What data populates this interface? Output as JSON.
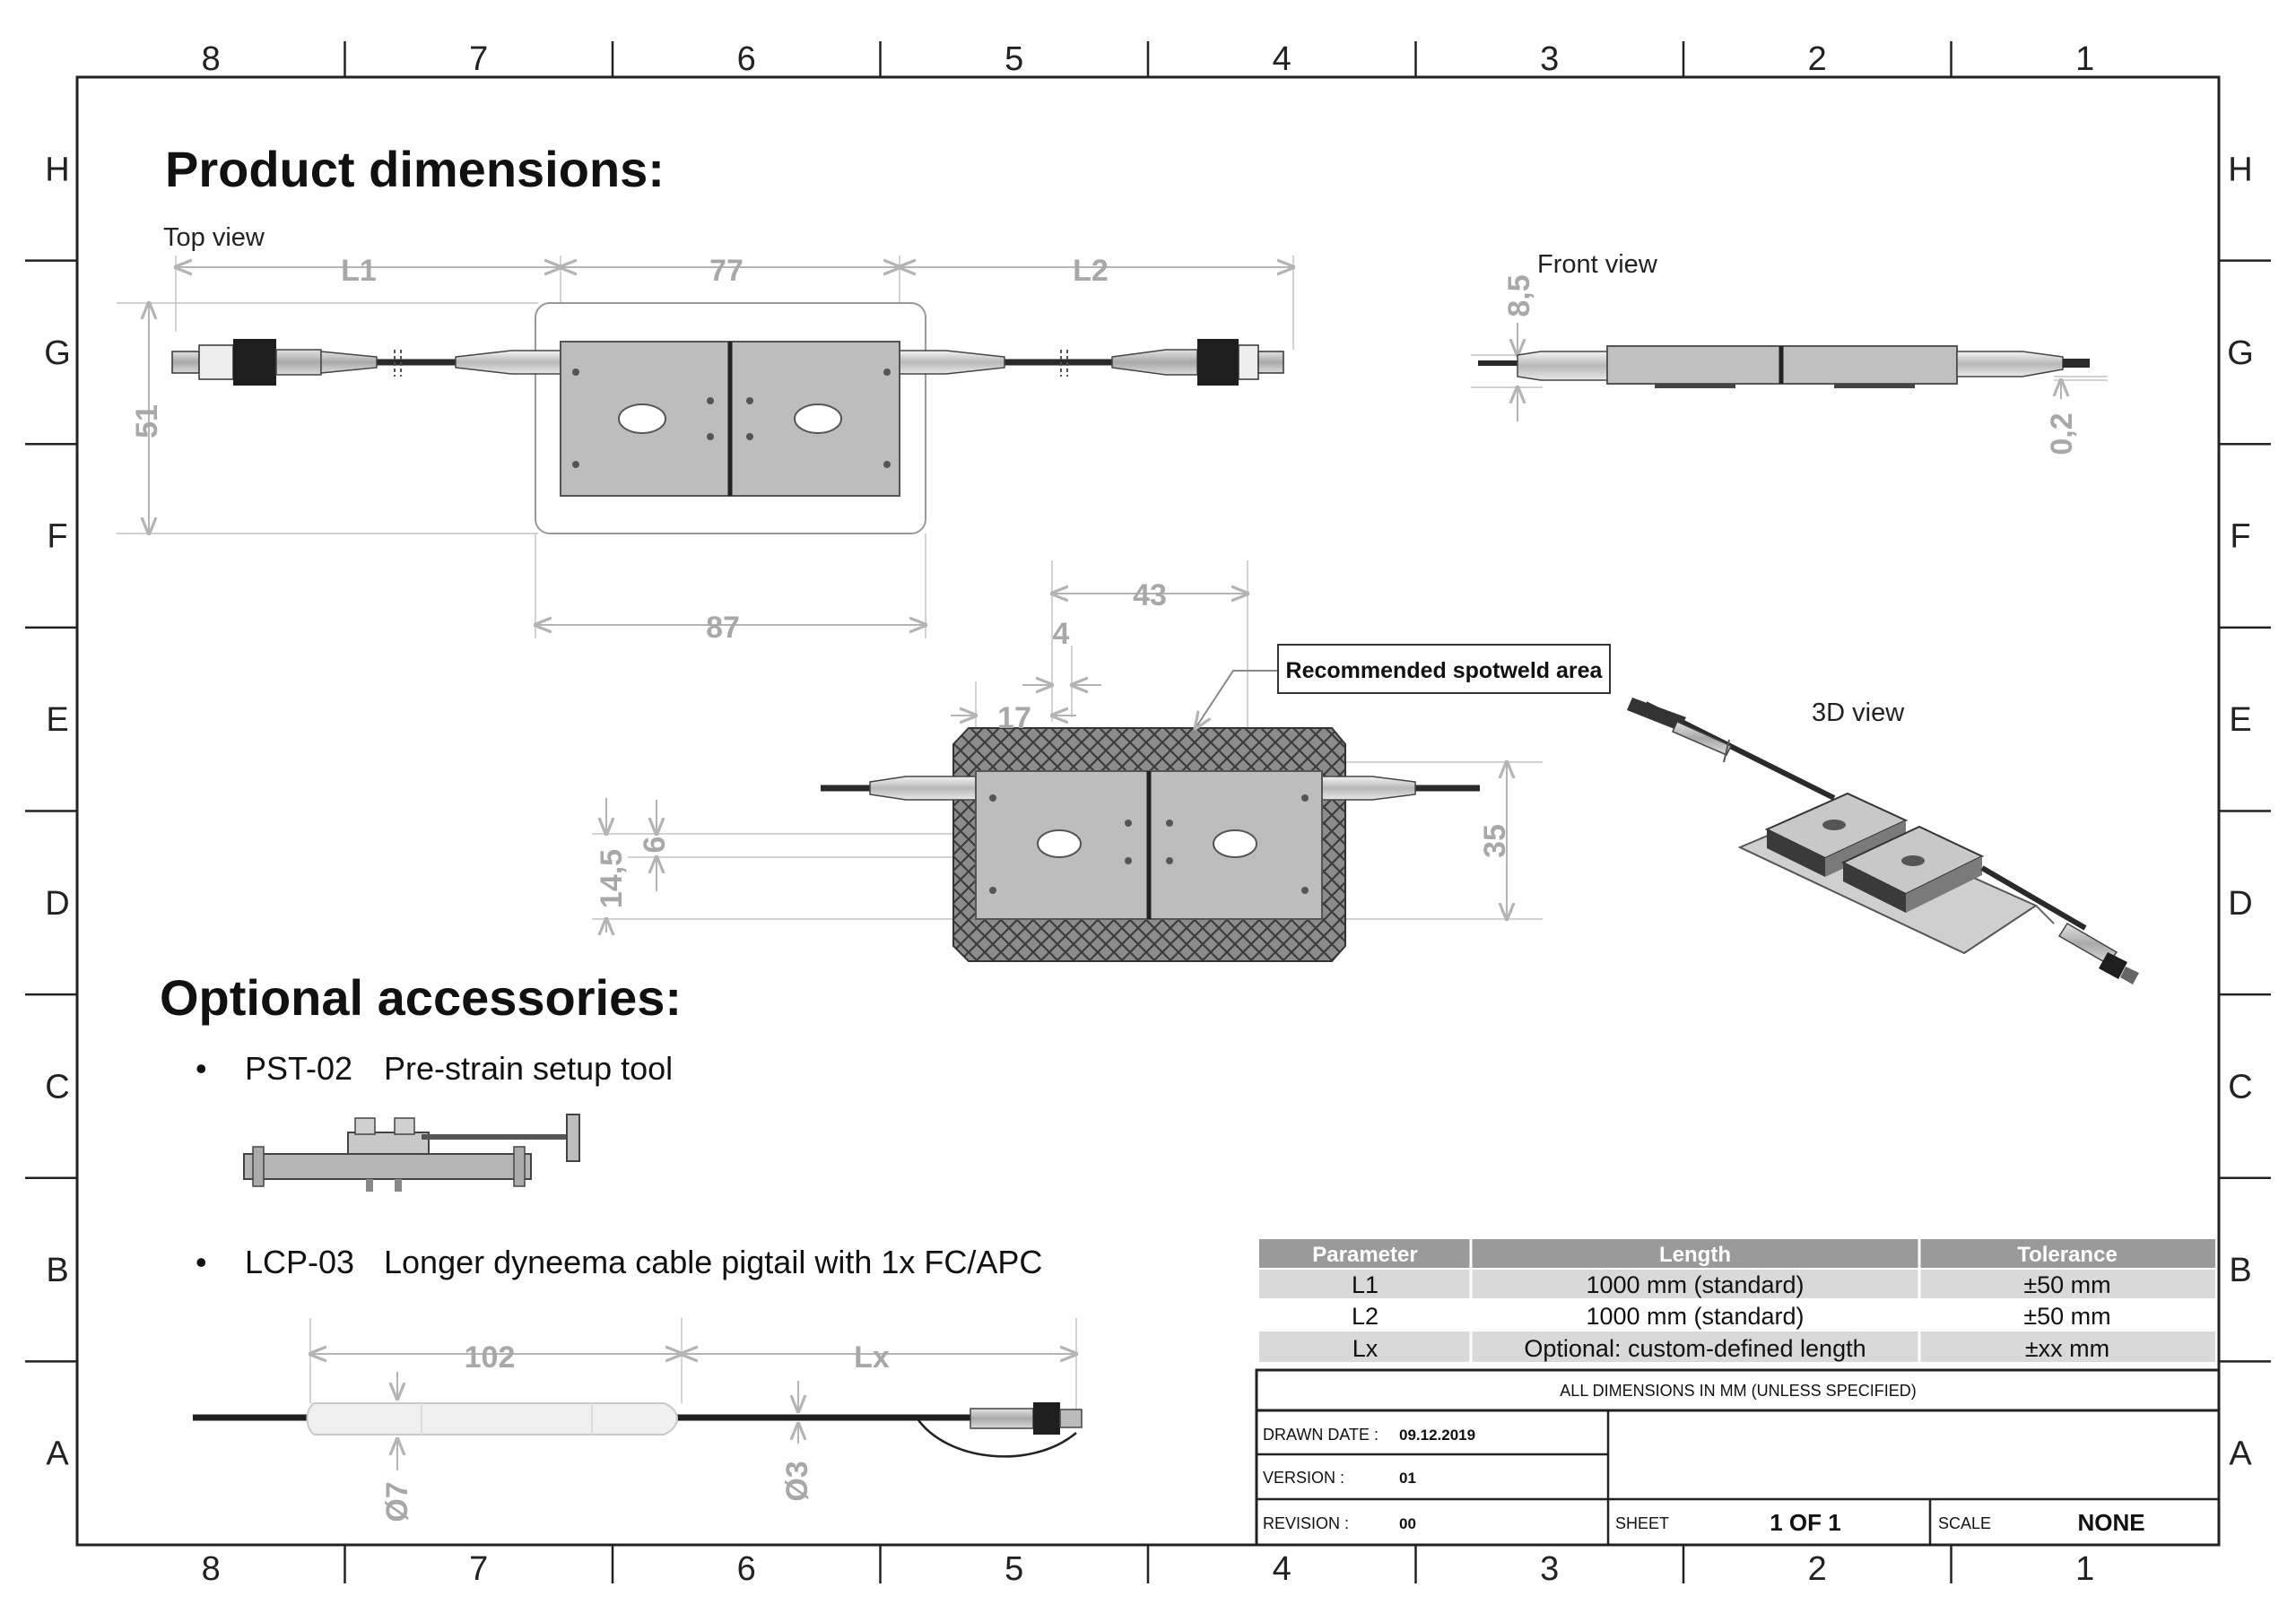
{
  "grid": {
    "columns": [
      "8",
      "7",
      "6",
      "5",
      "4",
      "3",
      "2",
      "1"
    ],
    "rows": [
      "H",
      "G",
      "F",
      "E",
      "D",
      "C",
      "B",
      "A"
    ]
  },
  "headings": {
    "product": "Product dimensions:",
    "accessories": "Optional accessories:"
  },
  "views": {
    "top": "Top view",
    "front": "Front view",
    "three_d": "3D view"
  },
  "dimensions": {
    "l1": "L1",
    "d77": "77",
    "l2": "L2",
    "d51": "51",
    "d87": "87",
    "d8_5": "8,5",
    "d0_2": "0,2",
    "d43": "43",
    "d4": "4",
    "d17": "17",
    "d6": "6",
    "d14_5": "14,5",
    "d35": "35",
    "d102": "102",
    "lx": "Lx",
    "o7": "Ø7",
    "o3": "Ø3"
  },
  "callout": "Recommended spotweld area",
  "accessories": [
    {
      "bullet": "•",
      "code": "PST-02",
      "desc": "Pre-strain setup tool"
    },
    {
      "bullet": "•",
      "code": "LCP-03",
      "desc": "Longer dyneema cable pigtail with 1x FC/APC"
    }
  ],
  "spec_table": {
    "headers": [
      "Parameter",
      "Length",
      "Tolerance"
    ],
    "rows": [
      [
        "L1",
        "1000 mm (standard)",
        "±50 mm"
      ],
      [
        "L2",
        "1000 mm (standard)",
        "±50 mm"
      ],
      [
        "Lx",
        "Optional: custom-defined length",
        "±xx mm"
      ]
    ]
  },
  "title_block": {
    "note": "ALL DIMENSIONS IN MM (UNLESS SPECIFIED)",
    "drawn_date_label": "DRAWN DATE :",
    "drawn_date": "09.12.2019",
    "version_label": "VERSION :",
    "version": "01",
    "revision_label": "REVISION :",
    "revision": "00",
    "sheet_label": "SHEET",
    "sheet": "1 OF 1",
    "scale_label": "SCALE",
    "scale": "NONE"
  },
  "colors": {
    "table_header": "#9a9a9a",
    "table_row_shade": "#d9d9d9",
    "dimension": "#a8a8a8",
    "part_fill": "#b9b9b9",
    "hatch": "#6d6d6d"
  }
}
